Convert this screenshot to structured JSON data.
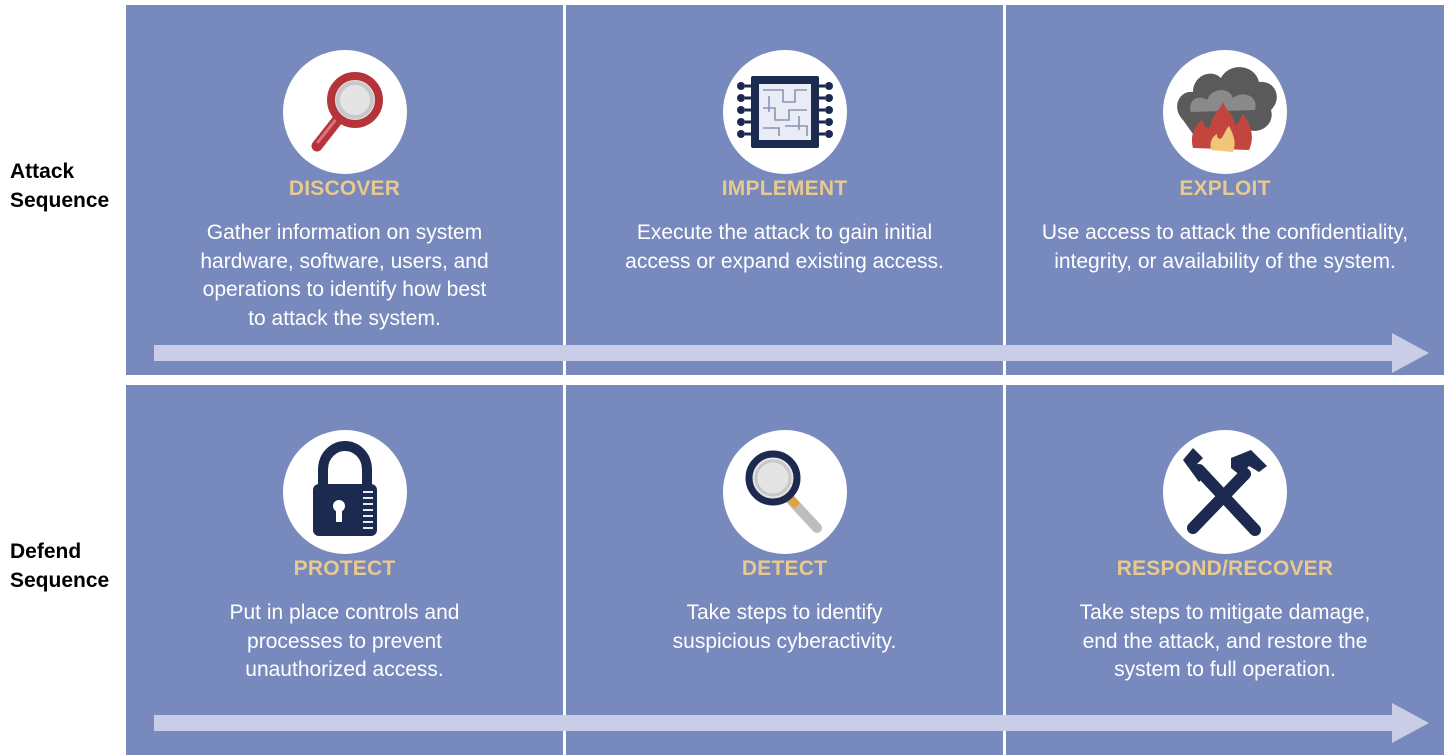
{
  "rows": [
    {
      "label_line1": "Attack",
      "label_line2": "Sequence",
      "cells": [
        {
          "title": "DISCOVER",
          "icon": "magnifying-glass-icon",
          "lines": [
            "Gather information on system",
            "hardware, software, users, and",
            "operations to identify how best",
            "to attack the system."
          ]
        },
        {
          "title": "IMPLEMENT",
          "icon": "circuit-chip-icon",
          "lines": [
            "Execute the attack to gain initial",
            "access or expand existing access."
          ]
        },
        {
          "title": "EXPLOIT",
          "icon": "fire-smoke-icon",
          "lines": [
            "Use access to attack the confidentiality,",
            "integrity, or availability of the system."
          ]
        }
      ]
    },
    {
      "label_line1": "Defend",
      "label_line2": "Sequence",
      "cells": [
        {
          "title": "PROTECT",
          "icon": "padlock-icon",
          "lines": [
            "Put in place controls and",
            "processes to prevent",
            "unauthorized access."
          ]
        },
        {
          "title": "DETECT",
          "icon": "magnifying-glass-icon",
          "lines": [
            "Take steps to identify",
            "suspicious cyberactivity."
          ]
        },
        {
          "title": "RESPOND/RECOVER",
          "icon": "wrench-hammer-icon",
          "lines": [
            "Take steps to mitigate damage,",
            "end the attack, and restore the",
            "system to full operation."
          ]
        }
      ]
    }
  ],
  "colors": {
    "panel": "#7889bd",
    "title": "#e8c98e",
    "text": "#ffffff",
    "arrow": "#c9cde6",
    "icon_dark": "#1c2a4f",
    "icon_red": "#b5343a"
  }
}
